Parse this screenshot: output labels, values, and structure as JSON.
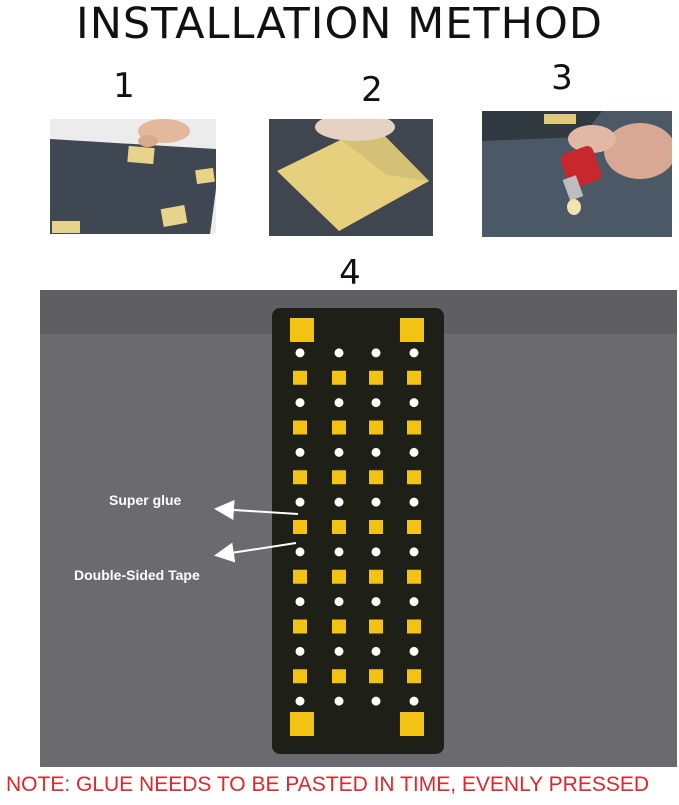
{
  "title": "INSTALLATION METHOD",
  "steps": [
    {
      "number": "1"
    },
    {
      "number": "2"
    },
    {
      "number": "3"
    },
    {
      "number": "4"
    }
  ],
  "callouts": {
    "glue": "Super glue",
    "tape": "Double-Sided Tape"
  },
  "note": "NOTE: GLUE NEEDS TO BE PASTED IN TIME, EVENLY PRESSED",
  "colors": {
    "pad_yellow": "#f2c313",
    "strip_black": "#1e1f17",
    "panel_gray": "#6b6b6f",
    "note_red": "#e0262a"
  },
  "strip_layout": {
    "pattern": [
      "big",
      "dot",
      "square",
      "dot",
      "square",
      "dot",
      "square",
      "dot",
      "square",
      "dot",
      "square",
      "dot",
      "square",
      "dot",
      "square",
      "dot",
      "big"
    ]
  }
}
